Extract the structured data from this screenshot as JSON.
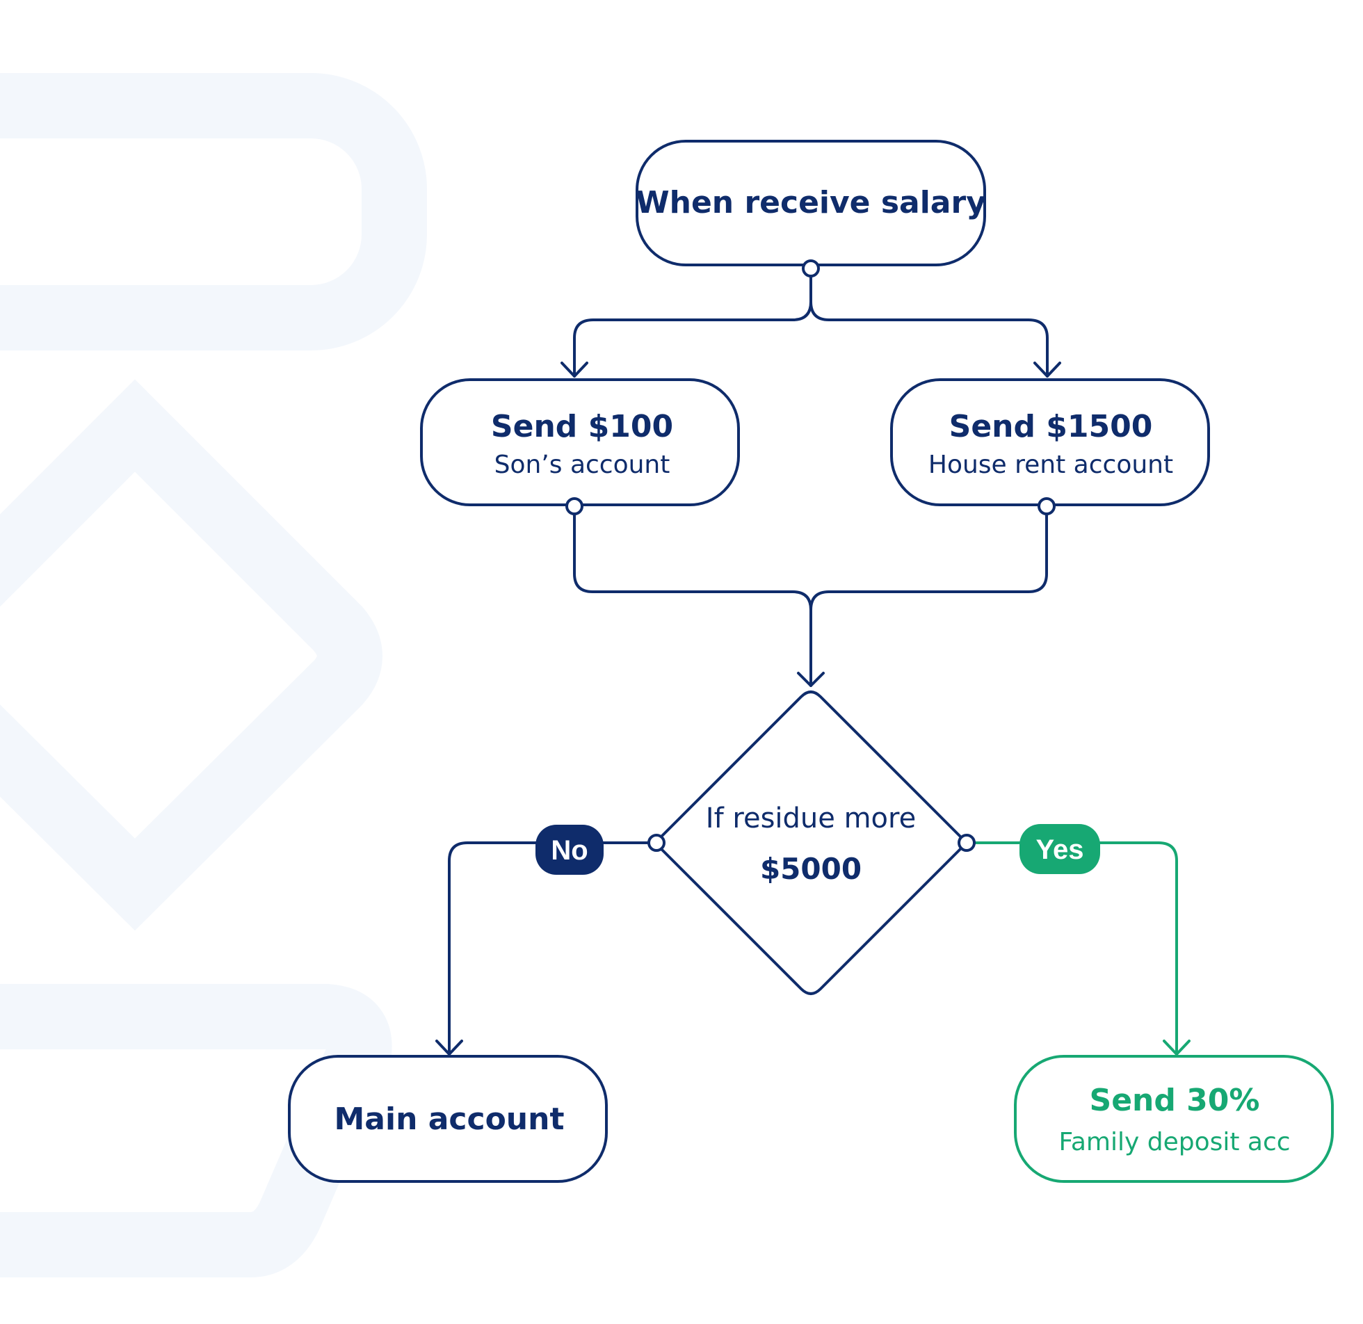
{
  "colors": {
    "navy": "#0f2c6b",
    "green": "#17a873",
    "background_shape": "#f3f7fc",
    "white": "#ffffff"
  },
  "nodes": {
    "start": {
      "title": "When receive salary"
    },
    "son": {
      "title": "Send $100",
      "subtitle": "Son’s account"
    },
    "rent": {
      "title": "Send $1500",
      "subtitle": "House rent account"
    },
    "decision": {
      "line1": "If residue more",
      "line2": "$5000"
    },
    "main": {
      "title": "Main account"
    },
    "family": {
      "title": "Send 30%",
      "subtitle": "Family deposit acc"
    }
  },
  "labels": {
    "no": "No",
    "yes": "Yes"
  }
}
